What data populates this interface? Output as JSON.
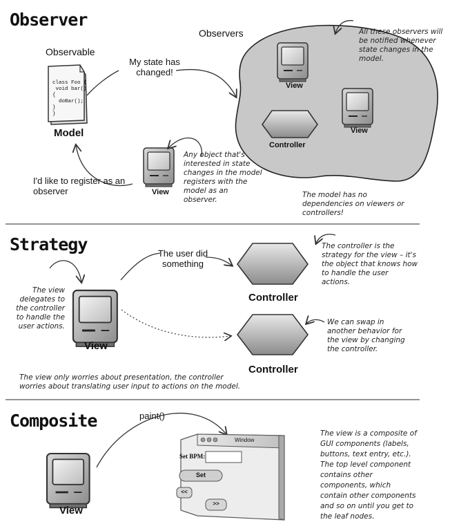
{
  "observer": {
    "title": "Observer",
    "observable_label": "Observable",
    "observers_label": "Observers",
    "model_label": "Model",
    "model_code": "class Foo {\n void bar()\n{\n  doBar();\n}\n}",
    "state_changed": "My state has changed!",
    "register": "I'd like to register as an observer",
    "note_all_observers": "All these observers will be notified whenever state changes in the model.",
    "note_any_object": "Any object that's interested in state changes in the model registers with the model as an observer.",
    "note_no_dependencies": "The model has no dependencies on viewers or controllers!",
    "view_label": "View",
    "controller_label": "Controller"
  },
  "strategy": {
    "title": "Strategy",
    "user_did": "The user did something",
    "note_delegates": "The view delegates to the controller to handle the user actions.",
    "note_strategy": "The controller is the strategy for the view – it's the object that knows how to handle the user actions.",
    "note_swap": "We can swap in another behavior for the view by changing the controller.",
    "note_presentation": "The view only worries about presentation, the controller worries about translating user input to actions on the model.",
    "view_label": "View",
    "controller_label": "Controller"
  },
  "composite": {
    "title": "Composite",
    "paint": "paint()",
    "view_label": "View",
    "window_title": "Window",
    "set_bpm": "Set BPM:",
    "set_button": "Set",
    "prev_button": "<<",
    "next_button": ">>",
    "note_composite": "The view is a composite of GUI components (labels, buttons, text entry, etc.). The top level component contains other components, which contain other components and so on until you get to the leaf nodes."
  }
}
